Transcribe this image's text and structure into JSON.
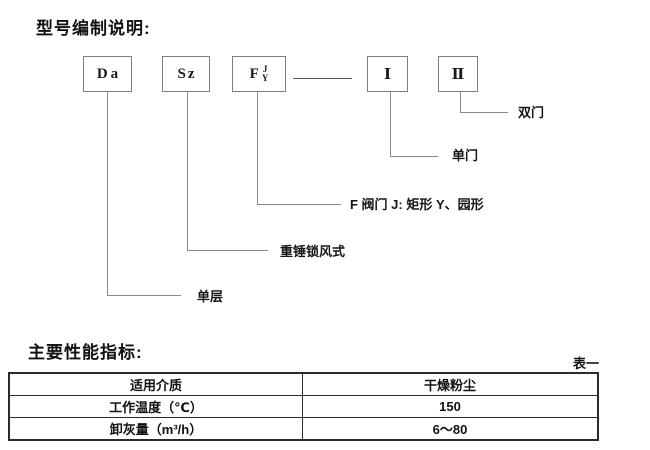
{
  "diagram": {
    "title": "型号编制说明:",
    "boxes": [
      {
        "label": "Da"
      },
      {
        "label": "Sz"
      },
      {
        "label": "F",
        "sup": "J",
        "sub": "Y"
      },
      {
        "label": "Ⅰ"
      },
      {
        "label": "Ⅱ"
      }
    ],
    "branch_labels": [
      {
        "label": "双门"
      },
      {
        "label": "单门"
      },
      {
        "label": "F 阀门 J: 矩形 Y、园形"
      },
      {
        "label": "重锤锁风式"
      },
      {
        "label": "单层"
      }
    ]
  },
  "performance": {
    "heading": "主要性能指标:",
    "table_tag": "表一",
    "rows": [
      {
        "label": "适用介质",
        "value": "干燥粉尘"
      },
      {
        "label": "工作温度（℃）",
        "value": "150"
      },
      {
        "label": "卸灰量（m³/h）",
        "value": "6～80"
      }
    ]
  },
  "colors": {
    "background": "#ffffff",
    "text": "#1a1a1a",
    "connector_line": "#8a8a8a",
    "table_border": "#2b2b2b"
  }
}
